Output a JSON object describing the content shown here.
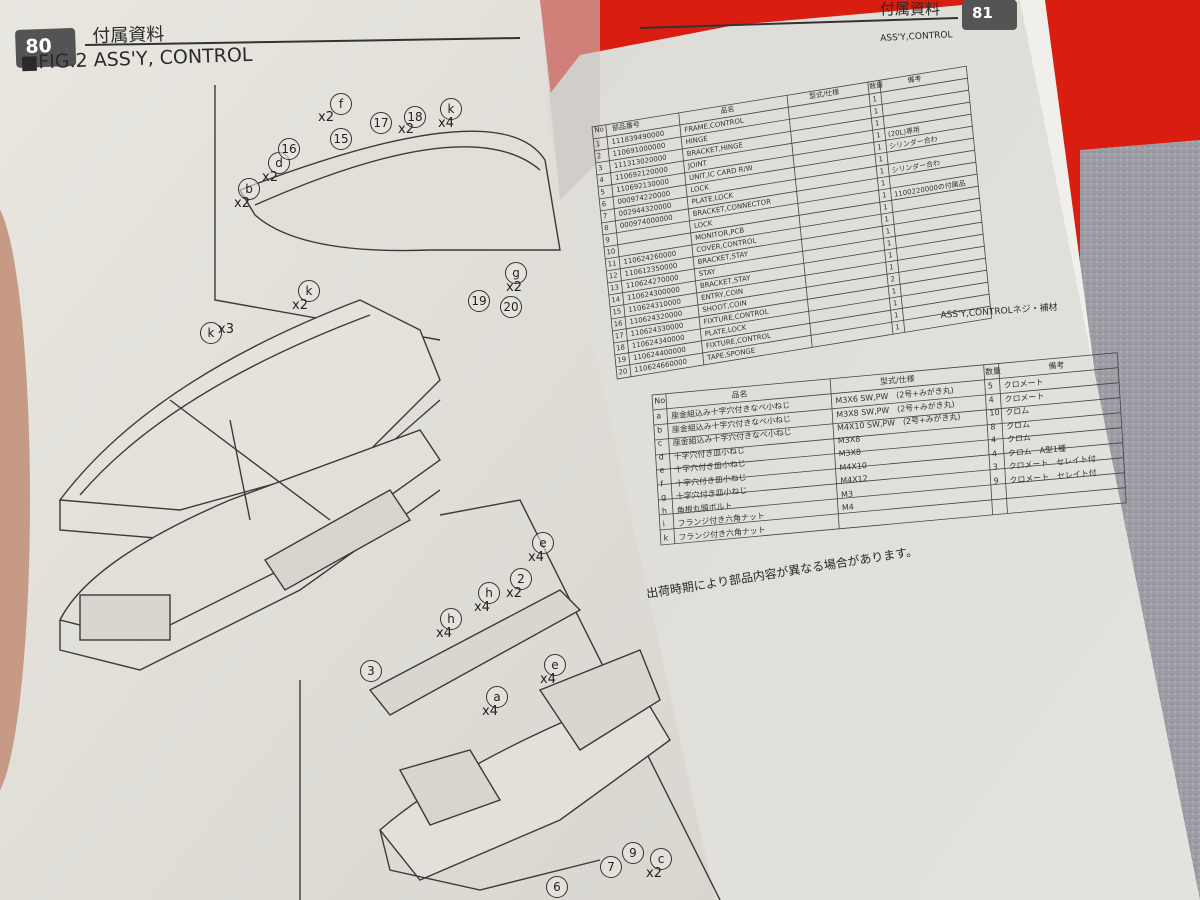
{
  "left_page": {
    "page_number": "80",
    "section": "付属資料",
    "figure_title": "■FIG.2 ASS'Y, CONTROL",
    "callouts": [
      "f",
      "x2",
      "18",
      "x2",
      "k",
      "x4",
      "d",
      "x2",
      "16",
      "15",
      "17",
      "b",
      "x2",
      "19",
      "20",
      "g",
      "x2",
      "k",
      "x2",
      "k",
      "x3",
      "e",
      "x4",
      "2",
      "x2",
      "h",
      "x4",
      "h",
      "x4",
      "e",
      "x4",
      "3",
      "a",
      "x4",
      "9",
      "c",
      "x2",
      "7",
      "6"
    ]
  },
  "right_page": {
    "page_number": "81",
    "section": "付属資料",
    "table1_title": "ASS'Y,CONTROL",
    "table1_headers": [
      "No",
      "部品番号",
      "品名",
      "型式/仕様",
      "数量",
      "備考"
    ],
    "table1_rows": [
      [
        "1",
        "111839490000",
        "FRAME,CONTROL",
        "",
        "1",
        ""
      ],
      [
        "2",
        "110691000000",
        "HINGE",
        "",
        "1",
        ""
      ],
      [
        "3",
        "111313020000",
        "BRACKET,HINGE",
        "",
        "1",
        ""
      ],
      [
        "4",
        "110692120000",
        "JOINT",
        "",
        "1",
        "(20L)専用"
      ],
      [
        "5",
        "110692130000",
        "UNIT,IC CARD R/W",
        "",
        "1",
        "シリンダー合わ"
      ],
      [
        "6",
        "000974220000",
        "LOCK",
        "",
        "1",
        ""
      ],
      [
        "7",
        "002944320000",
        "PLATE,LOCK",
        "",
        "1",
        "シリンダー合わ"
      ],
      [
        "8",
        "000974000000",
        "BRACKET,CONNECTOR",
        "",
        "1",
        ""
      ],
      [
        "9",
        "",
        "LOCK",
        "",
        "1",
        "1100220000の付属品"
      ],
      [
        "10",
        "",
        "MONITOR,PCB",
        "",
        "1",
        ""
      ],
      [
        "11",
        "110624260000",
        "COVER,CONTROL",
        "",
        "1",
        ""
      ],
      [
        "12",
        "110612350000",
        "BRACKET,STAY",
        "",
        "1",
        ""
      ],
      [
        "13",
        "110624270000",
        "STAY",
        "",
        "1",
        ""
      ],
      [
        "14",
        "110624300000",
        "BRACKET,STAY",
        "",
        "1",
        ""
      ],
      [
        "15",
        "110624310000",
        "ENTRY,COIN",
        "",
        "1",
        ""
      ],
      [
        "16",
        "110624320000",
        "SHOOT,COIN",
        "",
        "2",
        ""
      ],
      [
        "17",
        "110624330000",
        "FIXTURE,CONTROL",
        "",
        "1",
        ""
      ],
      [
        "18",
        "110624340000",
        "PLATE,LOCK",
        "",
        "1",
        ""
      ],
      [
        "19",
        "110624400000",
        "FIXTURE,CONTROL",
        "",
        "1",
        ""
      ],
      [
        "20",
        "110624660000",
        "TAPE,SPONGE",
        "",
        "1",
        ""
      ]
    ],
    "table2_title": "ASS'Y,CONTROLネジ・補材",
    "table2_headers": [
      "No",
      "品名",
      "型式/仕様",
      "数量",
      "備考"
    ],
    "table2_rows": [
      [
        "a",
        "座金組込み十字穴付きなべ小ねじ",
        "M3X6 SW,PW　(2号+みがき丸)",
        "5",
        "クロメート"
      ],
      [
        "b",
        "座金組込み十字穴付きなべ小ねじ",
        "M3X8 SW,PW　(2号+みがき丸)",
        "4",
        "クロメート"
      ],
      [
        "c",
        "座金組込み十字穴付きなべ小ねじ",
        "M4X10 SW,PW　(2号+みがき丸)",
        "10",
        "クロム"
      ],
      [
        "d",
        "十字穴付き皿小ねじ",
        "M3X8",
        "8",
        "クロム"
      ],
      [
        "e",
        "十字穴付き皿小ねじ",
        "M3X8",
        "4",
        "クロム"
      ],
      [
        "f",
        "十字穴付き皿小ねじ",
        "M4X10",
        "4",
        "クロム　A型1種"
      ],
      [
        "g",
        "十字穴付き皿小ねじ",
        "M4X12",
        "3",
        "クロメート　セレイト付"
      ],
      [
        "h",
        "角根丸頭ボルト",
        "M3",
        "9",
        "クロメート　セレイト付"
      ],
      [
        "i",
        "フランジ付き六角ナット",
        "M4",
        "",
        ""
      ],
      [
        "k",
        "フランジ付き六角ナット",
        "",
        "",
        ""
      ]
    ],
    "note": "出荷時期により部品内容が異なる場合があります。"
  }
}
